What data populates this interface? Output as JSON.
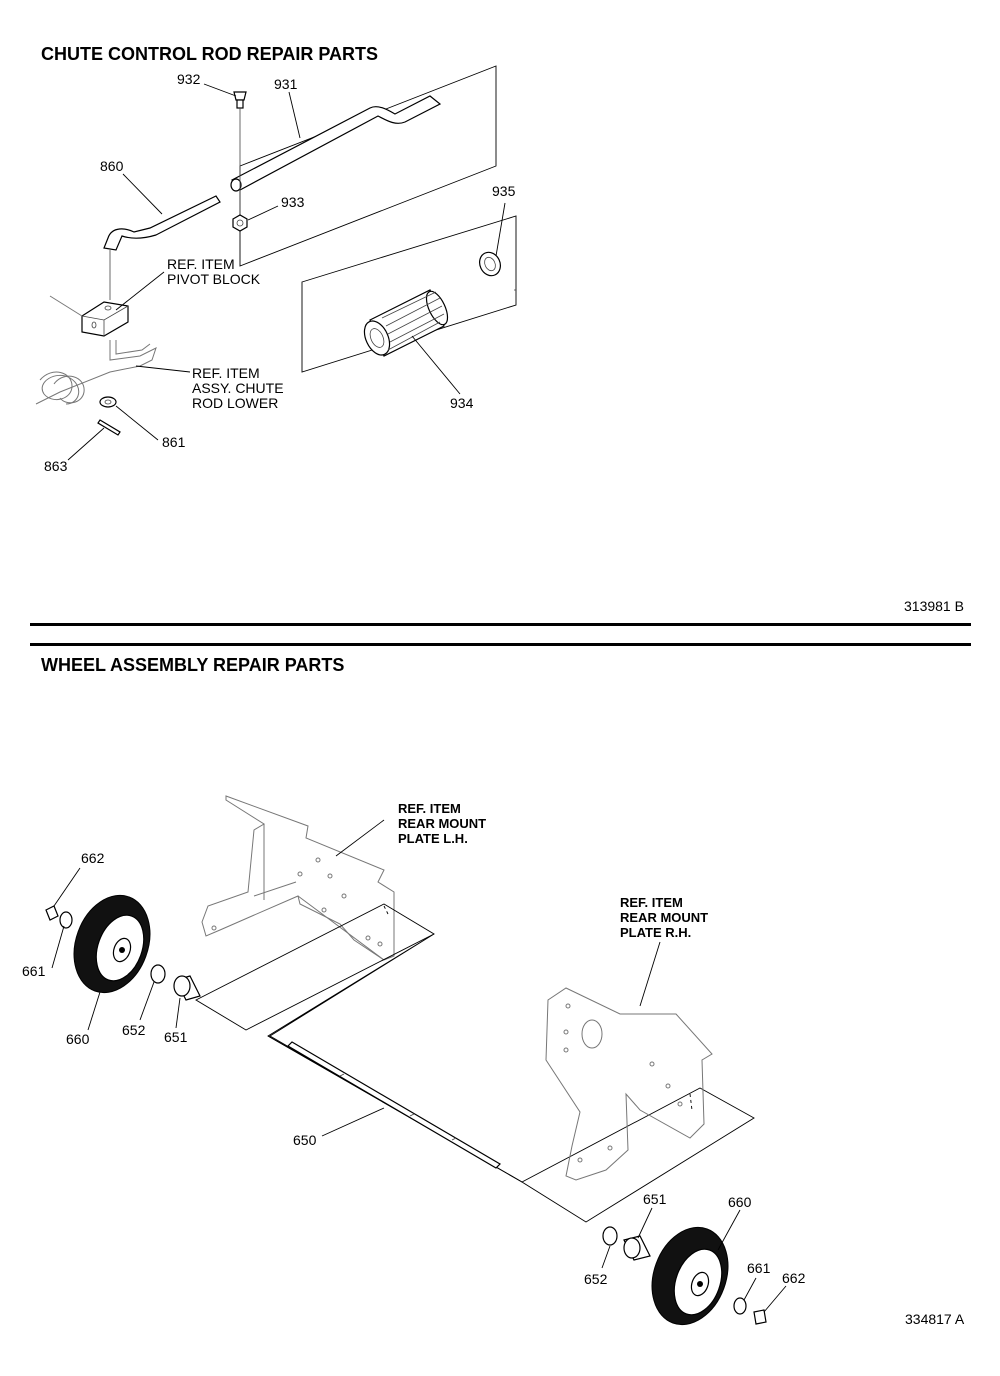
{
  "sections": {
    "chute": {
      "title": "CHUTE CONTROL ROD REPAIR PARTS",
      "drawing_number": "313981 B",
      "callouts": {
        "p932": "932",
        "p931": "931",
        "p860": "860",
        "p933": "933",
        "p935": "935",
        "p934": "934",
        "p861": "861",
        "p863": "863"
      },
      "refs": {
        "pivot_block": [
          "REF. ITEM",
          "PIVOT BLOCK"
        ],
        "chute_rod_lower": [
          "REF. ITEM",
          "ASSY. CHUTE",
          "ROD LOWER"
        ]
      }
    },
    "wheel": {
      "title": "WHEEL ASSEMBLY REPAIR PARTS",
      "drawing_number": "334817 A",
      "callouts": {
        "l662": "662",
        "l661": "661",
        "l660": "660",
        "l652": "652",
        "l651": "651",
        "p650": "650",
        "r651": "651",
        "r660": "660",
        "r652": "652",
        "r661": "661",
        "r662": "662"
      },
      "refs": {
        "rear_mount_lh": [
          "REF. ITEM",
          "REAR MOUNT",
          "PLATE L.H."
        ],
        "rear_mount_rh": [
          "REF. ITEM",
          "REAR MOUNT",
          "PLATE R.H."
        ]
      }
    }
  }
}
